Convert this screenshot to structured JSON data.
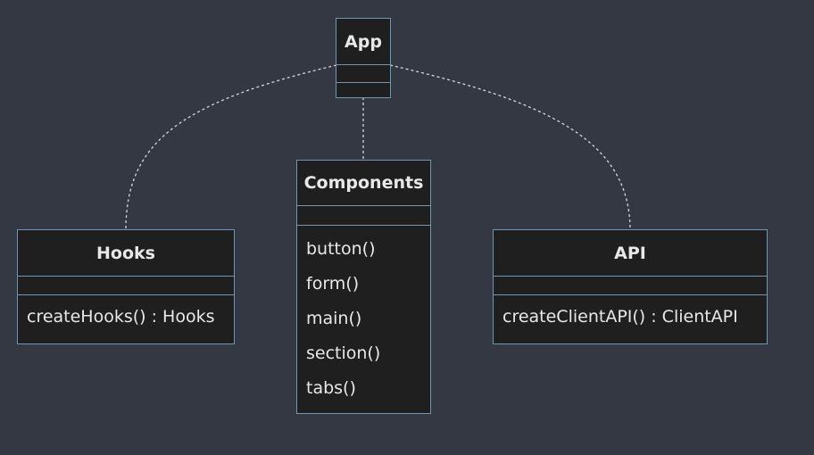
{
  "classes": {
    "app": {
      "name": "App",
      "attributes": [],
      "methods": []
    },
    "components": {
      "name": "Components",
      "attributes": [],
      "methods": [
        "button()",
        "form()",
        "main()",
        "section()",
        "tabs()"
      ]
    },
    "hooks": {
      "name": "Hooks",
      "attributes": [],
      "methods": [
        "createHooks() : Hooks"
      ]
    },
    "api": {
      "name": "API",
      "attributes": [],
      "methods": [
        "createClientAPI() : ClientAPI"
      ]
    }
  },
  "relations": [
    {
      "from": "App",
      "to": "Hooks",
      "style": "dashed"
    },
    {
      "from": "App",
      "to": "Components",
      "style": "dashed"
    },
    {
      "from": "App",
      "to": "API",
      "style": "dashed"
    }
  ],
  "colors": {
    "background": "#333842",
    "box_fill": "#1f1f1f",
    "box_border": "#6f97b5",
    "text": "#e8e8e8",
    "link": "#d8d8d8"
  }
}
